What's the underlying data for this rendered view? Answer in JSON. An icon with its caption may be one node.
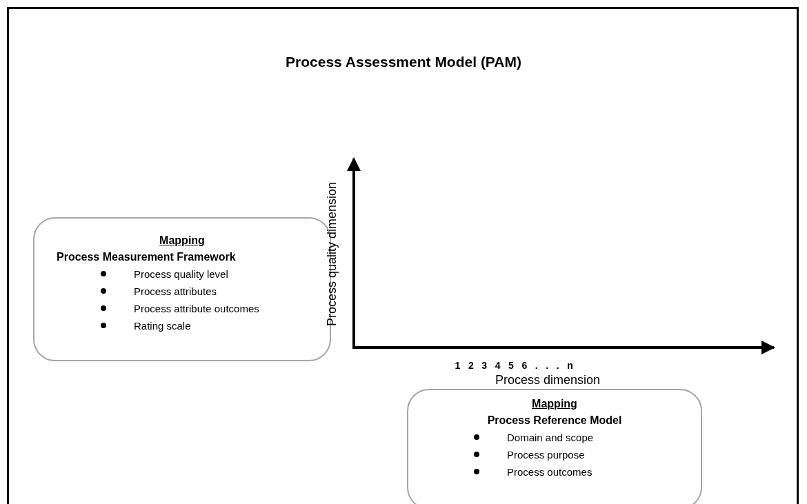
{
  "diagram": {
    "title": "Process Assessment Model (PAM)",
    "nodes": [
      {
        "text": [
          "Mapping",
          "Process Measurement Framework",
          "Process quality level",
          "Process attributes",
          "Process attribute outcomes",
          "Rating scale"
        ]
      },
      {
        "text": [
          "Mapping",
          "Process Reference Model",
          "Domain and scope",
          "Process purpose",
          "Process outcomes"
        ]
      }
    ],
    "edges": [],
    "labels": [
      "Process quality dimension",
      "1 2 3 4 5 6 . . . n",
      "Process dimension"
    ]
  }
}
